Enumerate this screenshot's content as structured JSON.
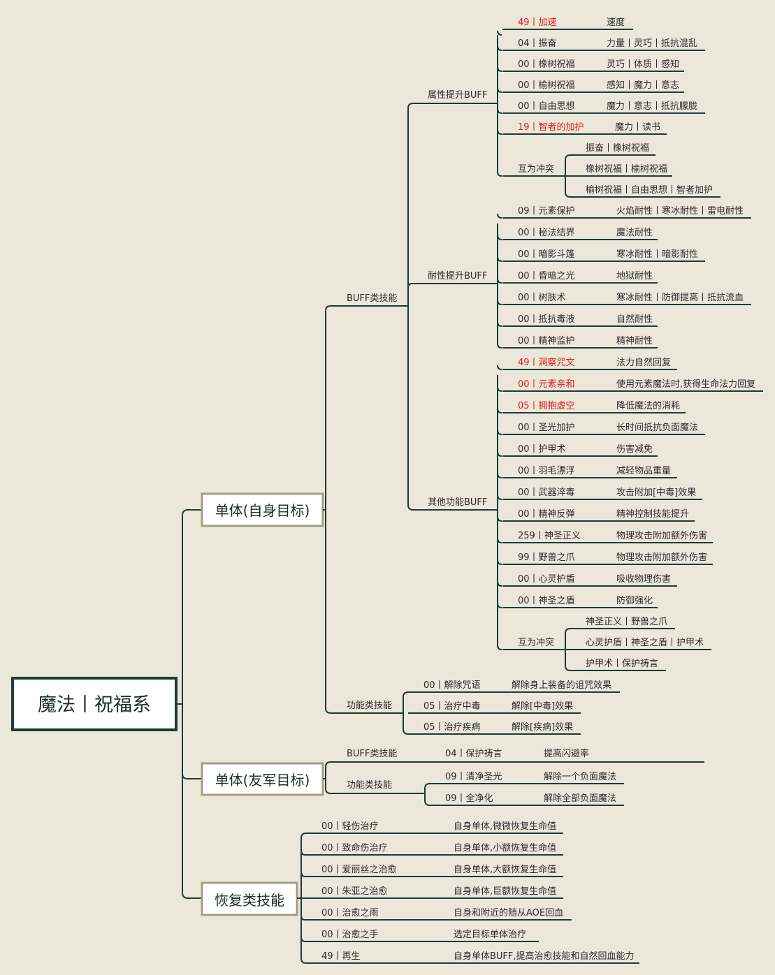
{
  "root": {
    "label": "魔法丨祝福系"
  },
  "branches": [
    {
      "label": "单体(自身目标)"
    },
    {
      "label": "单体(友军目标)"
    },
    {
      "label": "恢复类技能"
    }
  ],
  "self": {
    "buff": {
      "label": "BUFF类技能",
      "attr": {
        "label": "属性提升BUFF",
        "items": [
          {
            "name": "49丨加速",
            "desc": "速度",
            "red": true
          },
          {
            "name": "04丨振奋",
            "desc": "力量丨灵巧丨抵抗混乱"
          },
          {
            "name": "00丨橡树祝福",
            "desc": "灵巧丨体质丨感知"
          },
          {
            "name": "00丨榆树祝福",
            "desc": "感知丨魔力丨意志"
          },
          {
            "name": "00丨自由思想",
            "desc": "魔力丨意志丨抵抗朦胧"
          },
          {
            "name": "19丨智者的加护",
            "desc": "魔力丨读书",
            "red": true
          }
        ],
        "conflict": {
          "label": "互为冲突",
          "items": [
            "振奋丨橡树祝福",
            "橡树祝福丨榆树祝福",
            "榆树祝福丨自由思想丨智者加护"
          ]
        }
      },
      "resist": {
        "label": "耐性提升BUFF",
        "items": [
          {
            "name": "09丨元素保护",
            "desc": "火焰耐性丨寒冰耐性丨雷电耐性"
          },
          {
            "name": "00丨秘法结界",
            "desc": "魔法耐性"
          },
          {
            "name": "00丨暗影斗篷",
            "desc": "寒冰耐性丨暗影耐性"
          },
          {
            "name": "00丨昏暗之光",
            "desc": "地狱耐性"
          },
          {
            "name": "00丨树肤术",
            "desc": "寒冰耐性丨防御提高丨抵抗流血"
          },
          {
            "name": "00丨抵抗毒液",
            "desc": "自然耐性"
          },
          {
            "name": "00丨精神监护",
            "desc": "精神耐性"
          }
        ]
      },
      "other": {
        "label": "其他功能BUFF",
        "items": [
          {
            "name": "49丨洞察咒文",
            "desc": "法力自然回复",
            "red": true
          },
          {
            "name": "00丨元素亲和",
            "desc": "使用元素魔法时,获得生命法力回复",
            "red": true
          },
          {
            "name": "05丨拥抱虚空",
            "desc": "降低魔法的消耗",
            "red": true
          },
          {
            "name": "00丨圣光加护",
            "desc": "长时间抵抗负面魔法"
          },
          {
            "name": "00丨护甲术",
            "desc": "伤害减免"
          },
          {
            "name": "00丨羽毛漂浮",
            "desc": "减轻物品重量"
          },
          {
            "name": "00丨武器淬毒",
            "desc": "攻击附加[中毒]效果"
          },
          {
            "name": "00丨精神反弹",
            "desc": "精神控制技能提升"
          },
          {
            "name": "259丨神圣正义",
            "desc": "物理攻击附加额外伤害"
          },
          {
            "name": "99丨野兽之爪",
            "desc": "物理攻击附加额外伤害"
          },
          {
            "name": "00丨心灵护盾",
            "desc": "吸收物理伤害"
          },
          {
            "name": "00丨神圣之盾",
            "desc": "防御强化"
          }
        ],
        "conflict": {
          "label": "互为冲突",
          "items": [
            "神圣正义丨野兽之爪",
            "心灵护盾丨神圣之盾丨护甲术",
            "护甲术丨保护祷言"
          ]
        }
      }
    },
    "func": {
      "label": "功能类技能",
      "items": [
        {
          "name": "00丨解除咒语",
          "desc": "解除身上装备的诅咒效果"
        },
        {
          "name": "05丨治疗中毒",
          "desc": "解除[中毒]效果"
        },
        {
          "name": "05丨治疗疾病",
          "desc": "解除[疾病]效果"
        }
      ]
    }
  },
  "ally": {
    "buff": {
      "label": "BUFF类技能",
      "items": [
        {
          "name": "04丨保护祷言",
          "desc": "提高闪避率"
        }
      ]
    },
    "func": {
      "label": "功能类技能",
      "items": [
        {
          "name": "09丨清净圣光",
          "desc": "解除一个负面魔法"
        },
        {
          "name": "09丨全净化",
          "desc": "解除全部负面魔法"
        }
      ]
    }
  },
  "heal": {
    "items": [
      {
        "name": "00丨轻伤治疗",
        "desc": "自身单体,微微恢复生命值"
      },
      {
        "name": "00丨致命伤治疗",
        "desc": "自身单体,小额恢复生命值"
      },
      {
        "name": "00丨爱丽丝之治愈",
        "desc": "自身单体,大额恢复生命值"
      },
      {
        "name": "00丨朱亚之治愈",
        "desc": "自身单体,巨额恢复生命值"
      },
      {
        "name": "00丨治愈之雨",
        "desc": "自身和附近的随从AOE回血"
      },
      {
        "name": "00丨治愈之手",
        "desc": "选定目标单体治疗"
      },
      {
        "name": "49丨再生",
        "desc": "自身单体BUFF,提高治愈技能和自然回血能力"
      }
    ]
  }
}
